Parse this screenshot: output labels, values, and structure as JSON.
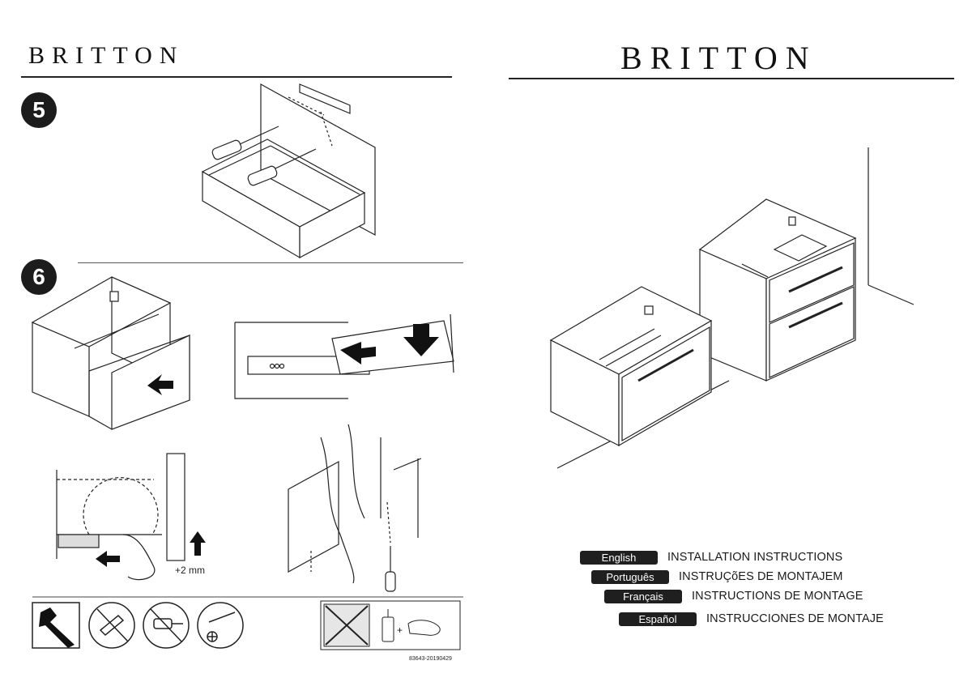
{
  "brand": "BRITTON",
  "steps": [
    {
      "number": "5"
    },
    {
      "number": "6"
    }
  ],
  "adjust_label": "+2 mm",
  "doc_number": "83643-20190429",
  "languages": [
    {
      "lang": "English",
      "title": "INSTALLATION INSTRUCTIONS"
    },
    {
      "lang": "Português",
      "title": "INSTRUÇõES DE MONTAJEM"
    },
    {
      "lang": "Français",
      "title": "INSTRUCTIONS DE MONTAGE"
    },
    {
      "lang": "Español",
      "title": "INSTRUCCIONES DE MONTAJE"
    }
  ],
  "tool_icons": [
    "wrench-icon",
    "no-scrub-brush-icon",
    "no-drill-icon",
    "screwdriver-icon"
  ]
}
